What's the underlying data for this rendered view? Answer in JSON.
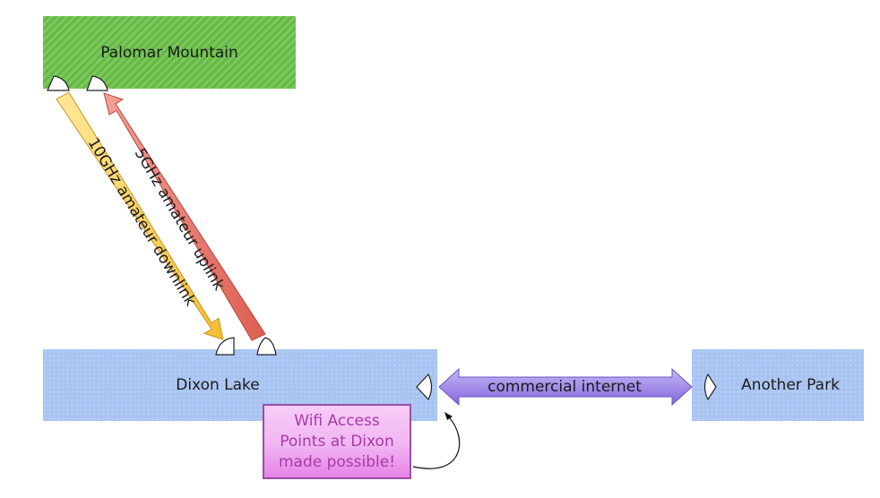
{
  "nodes": {
    "palomar": "Palomar Mountain",
    "dixon": "Dixon Lake",
    "another": "Another Park"
  },
  "links": {
    "downlink": "10GHz amateur downlink",
    "uplink": "5GHz amateur uplink",
    "internet": "commercial internet"
  },
  "callout": "Wifi Access\nPoints at Dixon\nmade possible!",
  "colors": {
    "palomar_fill": "#6cc24a",
    "site_fill": "#a9c4f2",
    "downlink_arrow": "#f7c84a",
    "uplink_arrow": "#e8786c",
    "internet_arrow": "#9d86e8",
    "callout_fill": "#f1b6f1"
  }
}
